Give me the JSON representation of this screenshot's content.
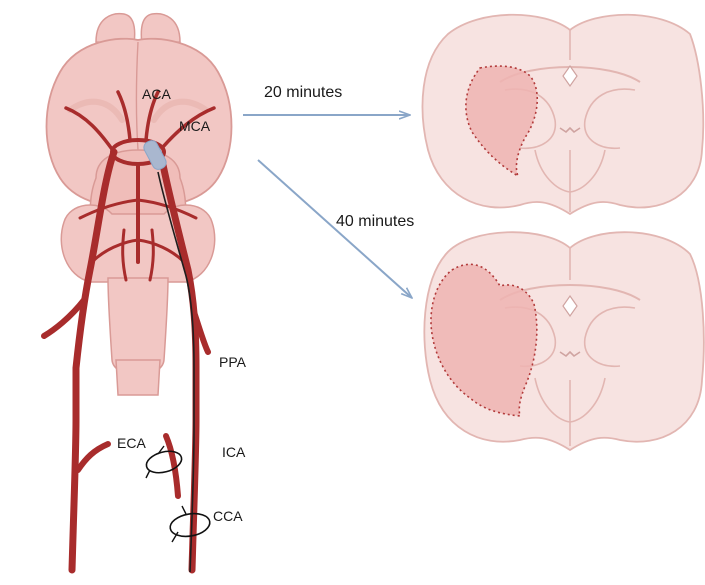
{
  "labels": {
    "aca": "ACA",
    "mca": "MCA",
    "ppa": "PPA",
    "eca": "ECA",
    "ica": "ICA",
    "cca": "CCA"
  },
  "arrows": [
    {
      "label": "20 minutes"
    },
    {
      "label": "40 minutes"
    }
  ],
  "colors": {
    "brain": "#f2c7c4",
    "brain_outline": "#d99a96",
    "vessel": "#a82c2c",
    "vessel_dark": "#7a1c1c",
    "section_fill": "#f7e3e1",
    "section_outline": "#e2b6b2",
    "infarct": "#efb4b1",
    "infarct_border": "#b23a3a",
    "arrow": "#8aa6c8",
    "clot": "#a9b7cf"
  }
}
